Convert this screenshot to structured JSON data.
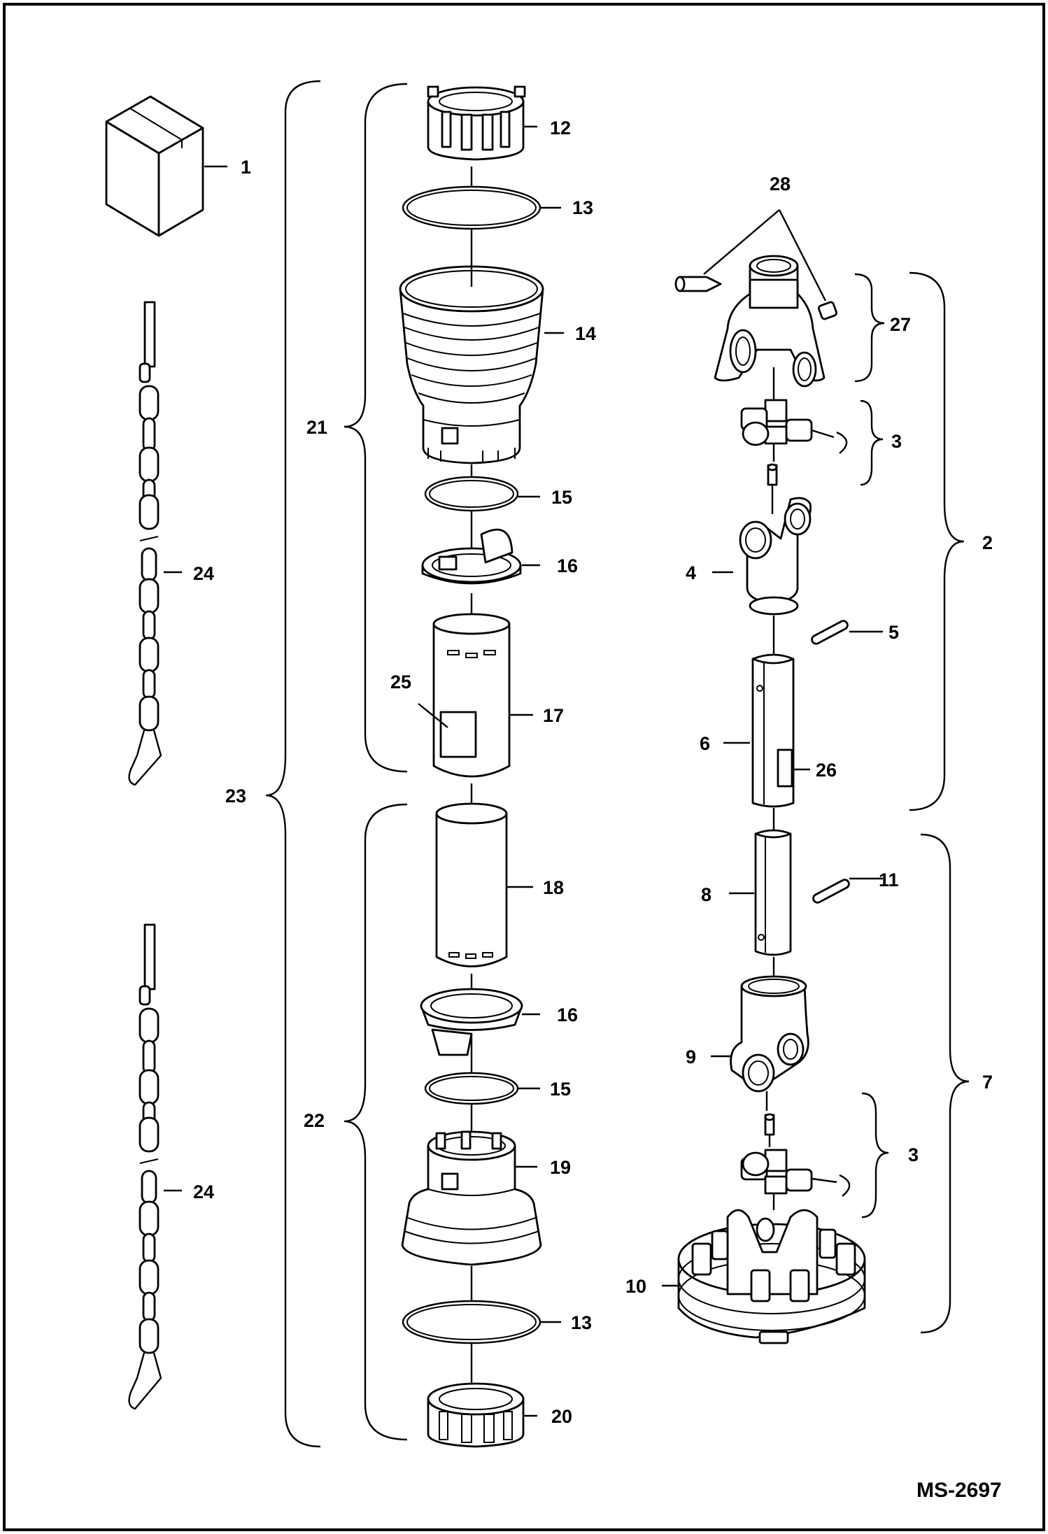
{
  "drawing_code": "MS-2697",
  "callouts": {
    "c1": "1",
    "c2": "2",
    "c3a": "3",
    "c3b": "3",
    "c4": "4",
    "c5": "5",
    "c6": "6",
    "c7": "7",
    "c8": "8",
    "c9": "9",
    "c10": "10",
    "c11": "11",
    "c12": "12",
    "c13a": "13",
    "c13b": "13",
    "c14": "14",
    "c15a": "15",
    "c15b": "15",
    "c16a": "16",
    "c16b": "16",
    "c17": "17",
    "c18": "18",
    "c19": "19",
    "c20": "20",
    "c21": "21",
    "c22": "22",
    "c23": "23",
    "c24a": "24",
    "c24b": "24",
    "c25": "25",
    "c26": "26",
    "c27": "27",
    "c28": "28"
  }
}
